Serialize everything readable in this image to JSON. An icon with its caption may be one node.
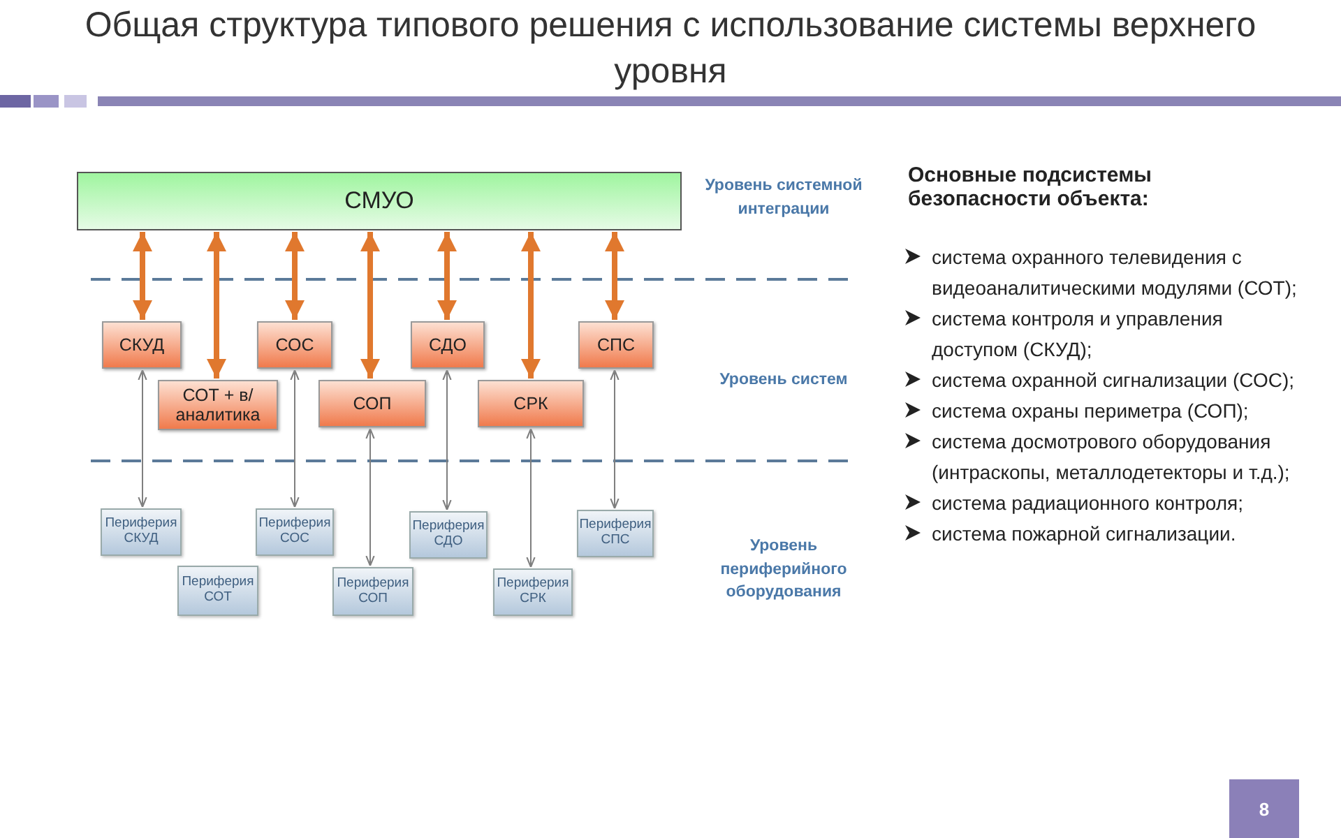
{
  "diagram": {
    "title": "Общая структура типового решения с использование системы верхнего уровня",
    "nodes": [
      {
        "text": [
          "СМУО"
        ]
      },
      {
        "text": [
          "СКУД"
        ]
      },
      {
        "text": [
          "СОТ + в/аналитика"
        ]
      },
      {
        "text": [
          "СОС"
        ]
      },
      {
        "text": [
          "СОП"
        ]
      },
      {
        "text": [
          "СДО"
        ]
      },
      {
        "text": [
          "СРК"
        ]
      },
      {
        "text": [
          "СПС"
        ]
      },
      {
        "text": [
          "Периферия СКУД"
        ]
      },
      {
        "text": [
          "Периферия СОТ"
        ]
      },
      {
        "text": [
          "Периферия СОС"
        ]
      },
      {
        "text": [
          "Периферия СОП"
        ]
      },
      {
        "text": [
          "Периферия СДО"
        ]
      },
      {
        "text": [
          "Периферия СРК"
        ]
      },
      {
        "text": [
          "Периферия СПС"
        ]
      }
    ],
    "edges": [
      {
        "from": 0,
        "to": 1,
        "arrow": "both"
      },
      {
        "from": 0,
        "to": 2,
        "arrow": "both"
      },
      {
        "from": 0,
        "to": 3,
        "arrow": "both"
      },
      {
        "from": 0,
        "to": 4,
        "arrow": "both"
      },
      {
        "from": 0,
        "to": 5,
        "arrow": "both"
      },
      {
        "from": 0,
        "to": 6,
        "arrow": "both"
      },
      {
        "from": 0,
        "to": 7,
        "arrow": "both"
      },
      {
        "from": 1,
        "to": 8,
        "arrow": "both",
        "color": "#7f7f7f"
      },
      {
        "from": 3,
        "to": 10,
        "arrow": "both",
        "color": "#7f7f7f"
      },
      {
        "from": 4,
        "to": 11,
        "arrow": "both",
        "color": "#7f7f7f"
      },
      {
        "from": 5,
        "to": 12,
        "arrow": "both",
        "color": "#7f7f7f"
      },
      {
        "from": 6,
        "to": 13,
        "arrow": "both",
        "color": "#7f7f7f"
      },
      {
        "from": 7,
        "to": 14,
        "arrow": "both",
        "color": "#7f7f7f"
      }
    ],
    "labels": [
      "Уровень системной интеграции",
      "Основные подсистемы безопасности объекта:",
      "система охранного телевидения с видеоаналитическими модулями (СОТ);",
      "система контроля и управления доступом (СКУД);",
      "система охранной сигнализации (СОС);",
      "система охраны периметра (СОП);",
      "система досмотрового оборудования (интраскопы, металлодетекторы и т.д.);",
      "система радиационного контроля;",
      "система пожарной сигнализации.",
      "Уровень систем",
      "Уровень периферийного оборудования",
      "8"
    ]
  }
}
